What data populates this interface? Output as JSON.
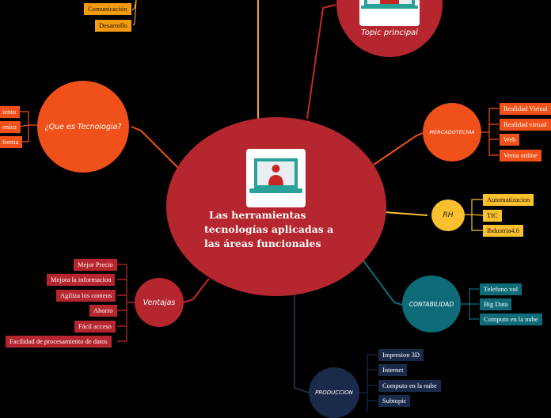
{
  "center": {
    "title_line1": "Las herramientas",
    "title_line2": "tecnologías aplicadas a",
    "title_line3": "las áreas funcionales",
    "color": "#b5262e"
  },
  "topic_principal": {
    "label": "Topic principal",
    "color": "#b5262e"
  },
  "top_left_tags": [
    "Comunicación",
    "Desarrollo"
  ],
  "que_es": {
    "label": "¿Que es Tecnologia?",
    "color": "#f0501a",
    "tags": [
      "iento",
      "enica",
      "forma"
    ]
  },
  "mercadotecnia": {
    "label": "MERCADOTECNIA",
    "color": "#f0501a",
    "tags": [
      "Realidad Virtual",
      "Realidad virtual",
      "Web",
      "Venta online"
    ]
  },
  "rh": {
    "label": "RH",
    "color": "#fbc02d",
    "tags": [
      "Automatizacion",
      "TIC",
      "Ibdustria4.0"
    ]
  },
  "contabilidad": {
    "label": "CONTABILIDAD",
    "color": "#0e6b78",
    "tags": [
      "Telefono vol",
      "Big Data",
      "Computo en la nube"
    ]
  },
  "ventajas": {
    "label": "Ventajas",
    "color": "#b5262e",
    "tags": [
      "Mejor Precio",
      "Mejora la informacion",
      "Agiliza los conteos",
      "Ahorro",
      "Fácil acceso",
      "Facilidad de procesamiento de datos"
    ]
  },
  "produccion": {
    "label": "PRODUCCION",
    "color": "#1a2a4a",
    "tags": [
      "Impresion 3D",
      "Internet",
      "Computo en la nube",
      "Subtopic"
    ]
  }
}
